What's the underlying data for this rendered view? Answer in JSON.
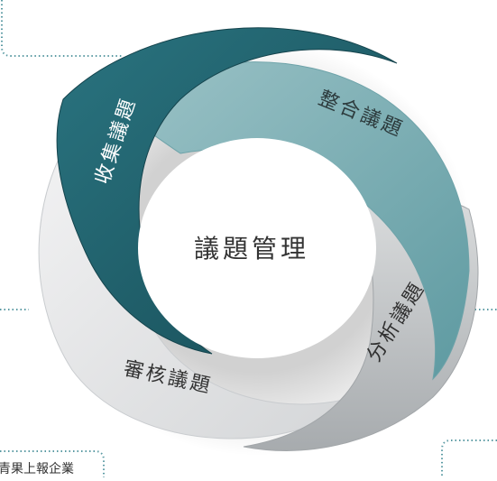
{
  "diagram": {
    "center_label": "議題管理",
    "segments": [
      {
        "label": "收集議題",
        "color": "#1f5f6b"
      },
      {
        "label": "整合議題",
        "color": "#7fb0b6"
      },
      {
        "label": "分析議題",
        "color": "#a9adb0"
      },
      {
        "label": "審核議題",
        "color": "#e3e4e5"
      }
    ]
  },
  "footer": {
    "partial_text": "青果上報企業"
  },
  "colors": {
    "dotted_border": "#5a9aa3",
    "center_text": "#333333"
  }
}
